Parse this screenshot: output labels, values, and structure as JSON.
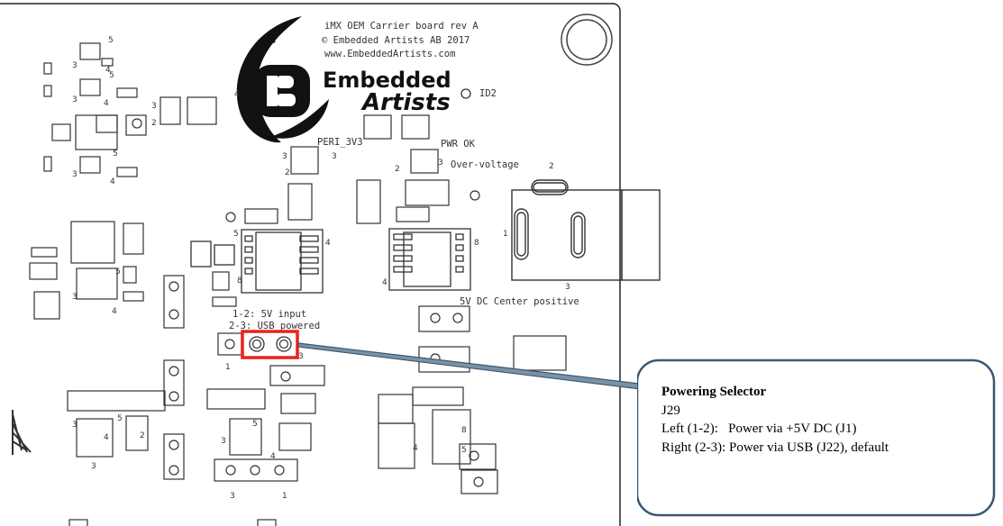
{
  "board": {
    "silkscreen_lines": [
      "iMX OEM Carrier board rev A",
      "© Embedded Artists AB 2017",
      "www.EmbeddedArtists.com"
    ],
    "logo_line1": "Embedded",
    "logo_line2": "Artists",
    "labels": {
      "id2": "ID2",
      "peri": "PERI_3V3",
      "pwr_ok": "PWR OK",
      "over_voltage": "Over-voltage",
      "jumper_line1": "1-2: 5V input",
      "jumper_line2": "2-3: USB powered",
      "dc_center": "5V DC Center positive"
    }
  },
  "callout": {
    "title": "Powering Selector",
    "lines": [
      "J29",
      "Left (1-2):   Power via +5V DC (J1)",
      "Right (2-3): Power via USB (J22), default"
    ]
  },
  "colors": {
    "highlight": "#e8231c",
    "callout_border": "#3a5872",
    "leader": "#3a5872"
  }
}
